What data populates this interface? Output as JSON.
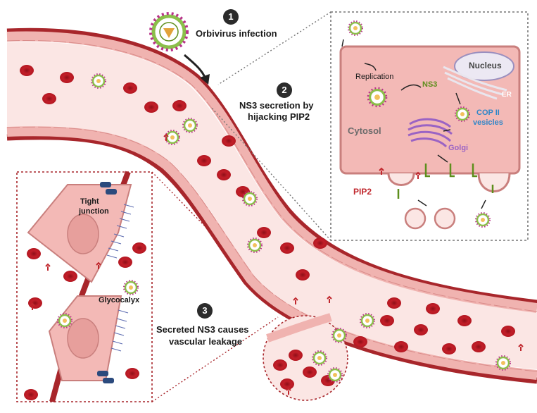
{
  "steps": [
    {
      "number": "1",
      "text": "Orbivirus infection"
    },
    {
      "number": "2",
      "text_line1": "NS3 secretion by",
      "text_line2": "hijacking PIP2"
    },
    {
      "number": "3",
      "text_line1": "Secreted NS3 causes",
      "text_line2": "vascular leakage"
    }
  ],
  "cell_inset": {
    "nucleus": "Nucleus",
    "replication": "Replication",
    "ns3": "NS3",
    "er": "ER",
    "cop_line1": "COP II",
    "cop_line2": "vesicles",
    "cytosol": "Cytosol",
    "golgi": "Golgi",
    "pip2": "PIP2"
  },
  "junction_inset": {
    "tight_line1": "Tight",
    "tight_line2": "junction",
    "glycocalyx": "Glycocalyx"
  },
  "colors": {
    "vessel_wall": "#a8262b",
    "endothelium": "#f0b3b0",
    "lumen": "#fbe6e4",
    "rbc": "#c8202a",
    "cell_fill": "#f3b9b6",
    "nucleus_fill": "#ece8f3",
    "nucleus_stroke": "#9a8fbf",
    "golgi": "#9a63c4",
    "ns3": "#5d8e1c",
    "pip2": "#c0272d",
    "cop_text": "#2f86c8",
    "virus_core": "#8bbf4a",
    "virus_spike": "#b8338a"
  }
}
